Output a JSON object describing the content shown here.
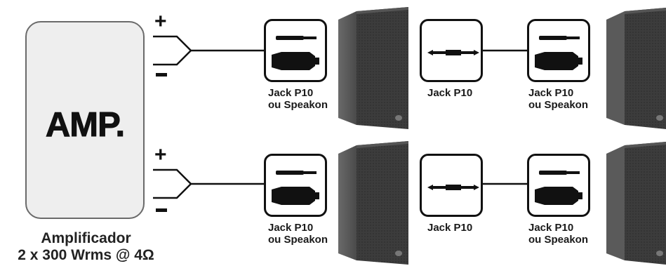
{
  "amplifier": {
    "label": "AMP.",
    "caption_line1": "Amplificador",
    "caption_line2": "2 x 300 Wrms @ 4Ω"
  },
  "polarity": {
    "plus": "+",
    "minus": "−"
  },
  "rows": [
    {
      "connector_1": {
        "line1": "Jack P10",
        "line2": "ou Speakon"
      },
      "link": {
        "line1": "Jack P10"
      },
      "connector_2": {
        "line1": "Jack P10",
        "line2": "ou Speakon"
      }
    },
    {
      "connector_1": {
        "line1": "Jack P10",
        "line2": "ou Speakon"
      },
      "link": {
        "line1": "Jack P10"
      },
      "connector_2": {
        "line1": "Jack P10",
        "line2": "ou Speakon"
      }
    }
  ],
  "icons": [
    "speakon-jack-connector-icon",
    "jack-p10-cable-icon",
    "speaker-cabinet-icon"
  ],
  "colors": {
    "stroke": "#111111",
    "amp_fill": "#eeeeee",
    "speaker": "#3a3a3a"
  }
}
